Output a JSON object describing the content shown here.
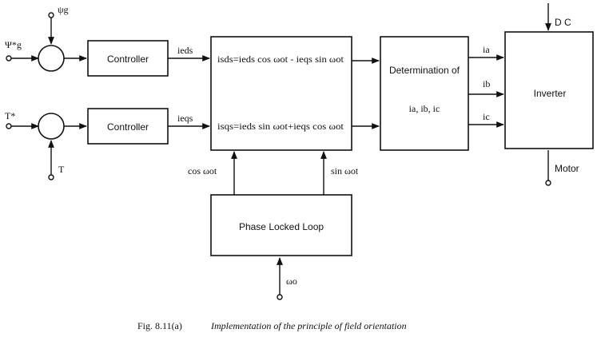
{
  "blocks": {
    "controller_flux": "Controller",
    "controller_torque": "Controller",
    "transform_eq1": "isds=ieds cos ωot - ieqs sin ωot",
    "transform_eq2": "isqs=ieds sin ωot+ieqs cos ωot",
    "determination_line1": "Determination of",
    "determination_line2": "ia, ib, ic",
    "inverter": "Inverter",
    "pll": "Phase Locked Loop"
  },
  "signals": {
    "psi_ref": "Ψ*g",
    "psi_fb": "ψg",
    "torque_ref": "T*",
    "torque_fb": "T",
    "ids_e": "ieds",
    "iqs_e": "ieqs",
    "cos_in": "cos ωot",
    "sin_in": "sin ωot",
    "ia": "ia",
    "ib": "ib",
    "ic": "ic",
    "dc": "D C",
    "motor": "Motor",
    "omega": "ωo"
  },
  "caption": {
    "number": "Fig. 8.11(a)",
    "text": "Implementation of the principle of field orientation"
  }
}
